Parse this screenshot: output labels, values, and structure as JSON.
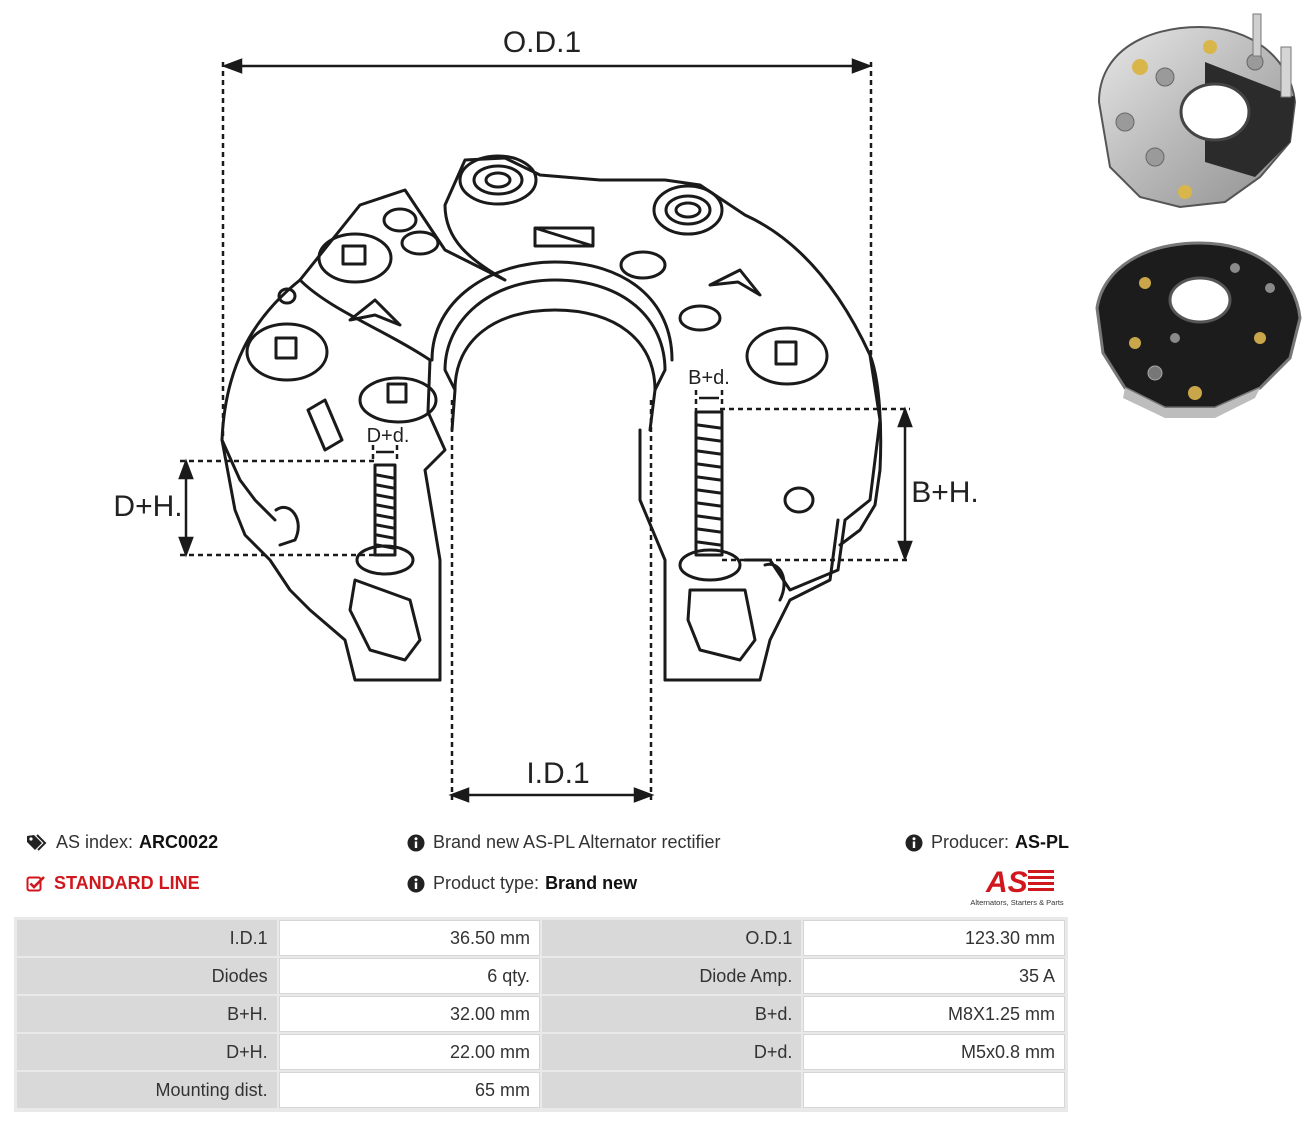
{
  "drawing": {
    "label_od": "O.D.1",
    "label_id": "I.D.1",
    "label_dh": "D+H.",
    "label_bh": "B+H.",
    "label_dd": "D+d.",
    "label_bd": "B+d."
  },
  "photos": {
    "top_icon": "rectifier-photo-front",
    "bottom_icon": "rectifier-photo-back"
  },
  "info": {
    "index_label": "AS index:",
    "index_value": "ARC0022",
    "line": "STANDARD LINE",
    "description": "Brand new AS-PL Alternator rectifier",
    "type_label": "Product type:",
    "type_value": "Brand new",
    "producer_label": "Producer:",
    "producer_value": "AS-PL",
    "logo_text": "AS",
    "logo_tagline": "Alternators, Starters & Parts"
  },
  "colors": {
    "accent": "#d0171d",
    "table_key_bg": "#d9d9d9"
  },
  "specs": [
    {
      "k1": "I.D.1",
      "v1": "36.50 mm",
      "k2": "O.D.1",
      "v2": "123.30 mm"
    },
    {
      "k1": "Diodes",
      "v1": "6 qty.",
      "k2": "Diode Amp.",
      "v2": "35 A"
    },
    {
      "k1": "B+H.",
      "v1": "32.00 mm",
      "k2": "B+d.",
      "v2": "M8X1.25 mm"
    },
    {
      "k1": "D+H.",
      "v1": "22.00 mm",
      "k2": "D+d.",
      "v2": "M5x0.8 mm"
    },
    {
      "k1": "Mounting dist.",
      "v1": "65 mm",
      "k2": "",
      "v2": ""
    }
  ]
}
